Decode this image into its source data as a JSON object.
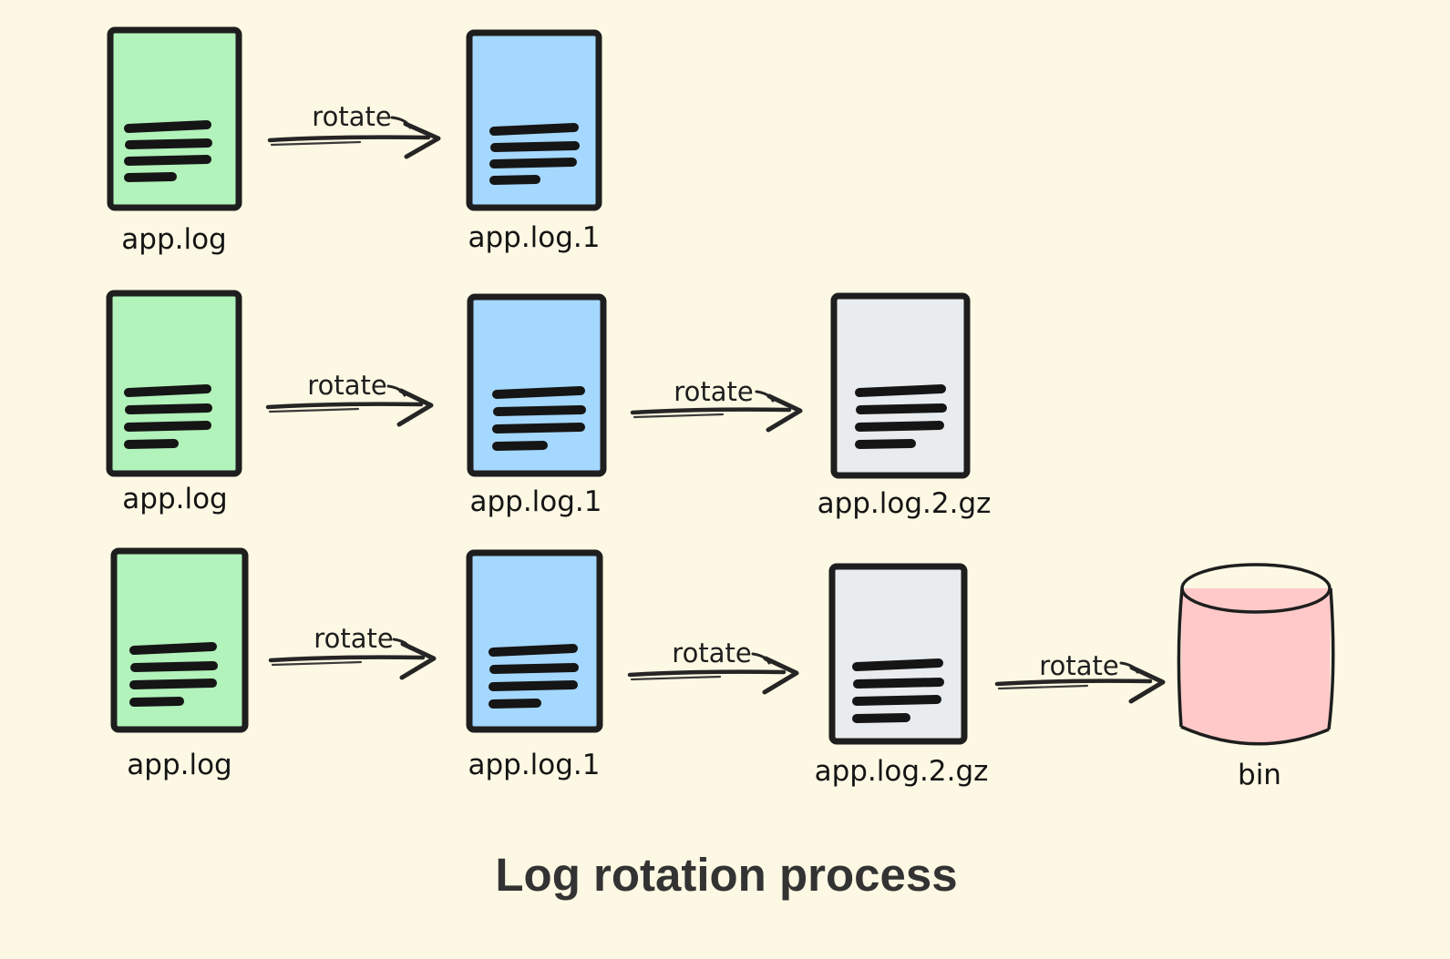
{
  "title": "Log rotation process",
  "arrow_label": "rotate",
  "colors": {
    "background": "#fcf8e3",
    "doc_green": "#b2f2bb",
    "doc_blue": "#a5d8ff",
    "doc_gray": "#e9ecef",
    "bin_pink": "#ffc9c9",
    "ink": "#1e1e1e",
    "title_color": "#333333"
  },
  "rows": [
    {
      "name": "rotation-step-1",
      "nodes": [
        {
          "label": "app.log",
          "color": "green"
        },
        {
          "label": "app.log.1",
          "color": "blue"
        }
      ]
    },
    {
      "name": "rotation-step-2",
      "nodes": [
        {
          "label": "app.log",
          "color": "green"
        },
        {
          "label": "app.log.1",
          "color": "blue"
        },
        {
          "label": "app.log.2.gz",
          "color": "gray"
        }
      ]
    },
    {
      "name": "rotation-step-3",
      "nodes": [
        {
          "label": "app.log",
          "color": "green"
        },
        {
          "label": "app.log.1",
          "color": "blue"
        },
        {
          "label": "app.log.2.gz",
          "color": "gray"
        },
        {
          "label": "bin",
          "color": "pink",
          "shape": "cylinder"
        }
      ]
    }
  ]
}
